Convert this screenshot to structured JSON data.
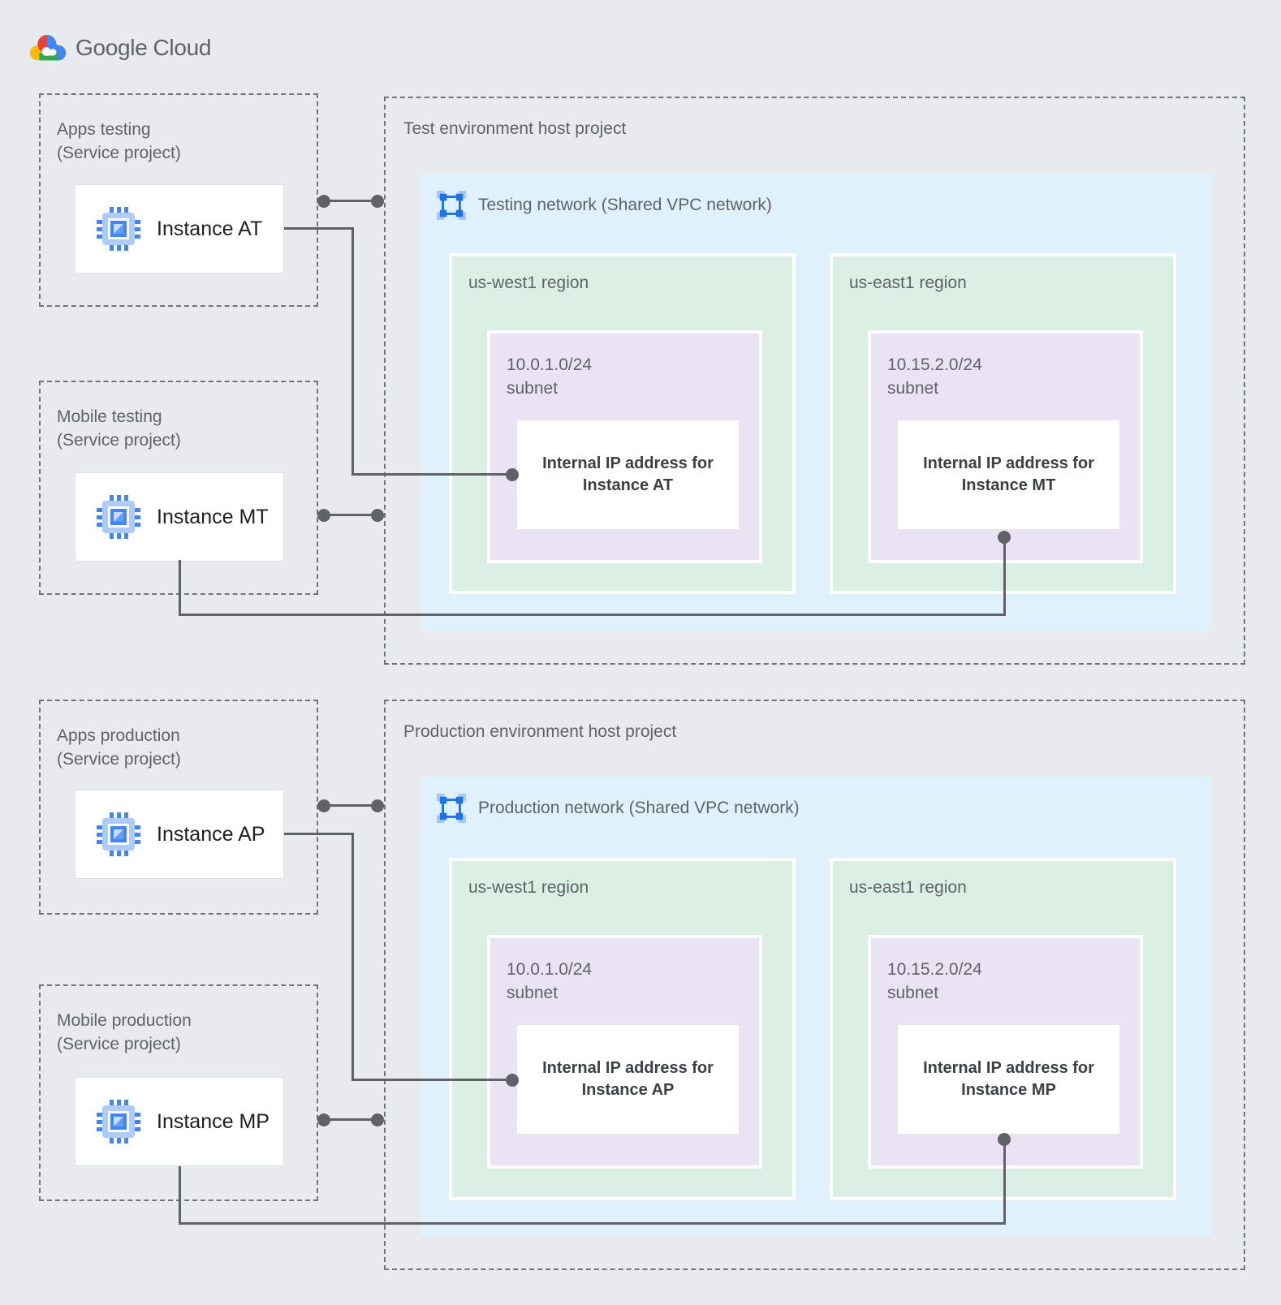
{
  "palette": {
    "background": "#E8EAED",
    "network_blue": "#DFF1FC",
    "region_green": "#DBEFE4",
    "subnet_purple": "#EAE3F4",
    "connector_gray": "#5F6368",
    "label_gray": "#5F6368",
    "instance_text": "#202124",
    "google_blue": "#4285F4",
    "google_red": "#EA4335",
    "google_yellow": "#FBBC04",
    "google_green": "#34A853"
  },
  "logo": {
    "brand": "Google",
    "product": "Cloud"
  },
  "service_projects": [
    {
      "title": "Apps testing",
      "subtitle": "(Service project)",
      "instance_label": "Instance AT"
    },
    {
      "title": "Mobile testing",
      "subtitle": "(Service project)",
      "instance_label": "Instance MT"
    },
    {
      "title": "Apps production",
      "subtitle": "(Service project)",
      "instance_label": "Instance AP"
    },
    {
      "title": "Mobile production",
      "subtitle": "(Service project)",
      "instance_label": "Instance MP"
    }
  ],
  "host_projects": [
    {
      "title": "Test environment host project",
      "network_label": "Testing network (Shared VPC network)",
      "regions": [
        {
          "name": "us-west1 region",
          "cidr": "10.0.1.0/24",
          "subnet_word": "subnet",
          "ip_line1": "Internal IP address for",
          "ip_line2": "Instance AT"
        },
        {
          "name": "us-east1 region",
          "cidr": "10.15.2.0/24",
          "subnet_word": "subnet",
          "ip_line1": "Internal IP address for",
          "ip_line2": "Instance MT"
        }
      ]
    },
    {
      "title": "Production environment host project",
      "network_label": "Production network (Shared VPC network)",
      "regions": [
        {
          "name": "us-west1 region",
          "cidr": "10.0.1.0/24",
          "subnet_word": "subnet",
          "ip_line1": "Internal IP address for",
          "ip_line2": "Instance AP"
        },
        {
          "name": "us-east1 region",
          "cidr": "10.15.2.0/24",
          "subnet_word": "subnet",
          "ip_line1": "Internal IP address for",
          "ip_line2": "Instance MP"
        }
      ]
    }
  ]
}
